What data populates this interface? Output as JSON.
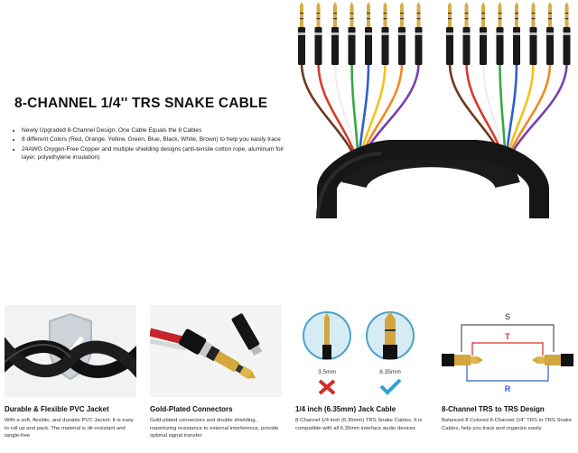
{
  "heading": "8-CHANNEL 1/4'' TRS SNAKE CABLE",
  "bullets": [
    "Newly Upgraded 8-Channel Design, One Cable Equals the 8 Cables",
    "8 different Colors (Red, Orange, Yellow, Green, Blue, Black, White, Brown) to help you easily trace",
    "24AWG Oxygen-Free Copper and multiple shielding designs (anti-tensile cotton rope, aluminum foil layer, polyethylene insulation)"
  ],
  "wire_colors": [
    "#6b3a1f",
    "#d93a2b",
    "#f0f0f0",
    "#39a845",
    "#2e5fcf",
    "#f4c21c",
    "#f08a24",
    "#7b3fb0"
  ],
  "cards": [
    {
      "title": "Durable & Flexible PVC Jacket",
      "text": "With a soft, flexible, and durable PVC Jacket. It is easy to roll up and pack. The material is dir-resistant and tangle-free"
    },
    {
      "title": "Gold-Plated Connectors",
      "text": "Gold-plated connectors and double shielding, maximizing resistance to external interference, provide optimal signal transfer"
    },
    {
      "title": "1/4 inch (6.35mm) Jack Cable",
      "text": "8-Channel 1/4 inch (6.35mm) TRS Snake Cables. It is compatible with all 6.35mm interface audio devices",
      "label_left": "3.5mm",
      "label_right": "6.35mm"
    },
    {
      "title": "8-Channel TRS to TRS Design",
      "text": "Balanced 8 Colored 8-Channel 1/4'' TRS to TRS Snake Cables, help you track and organize easily",
      "label_s": "S",
      "label_t": "T",
      "label_r": "R"
    }
  ]
}
